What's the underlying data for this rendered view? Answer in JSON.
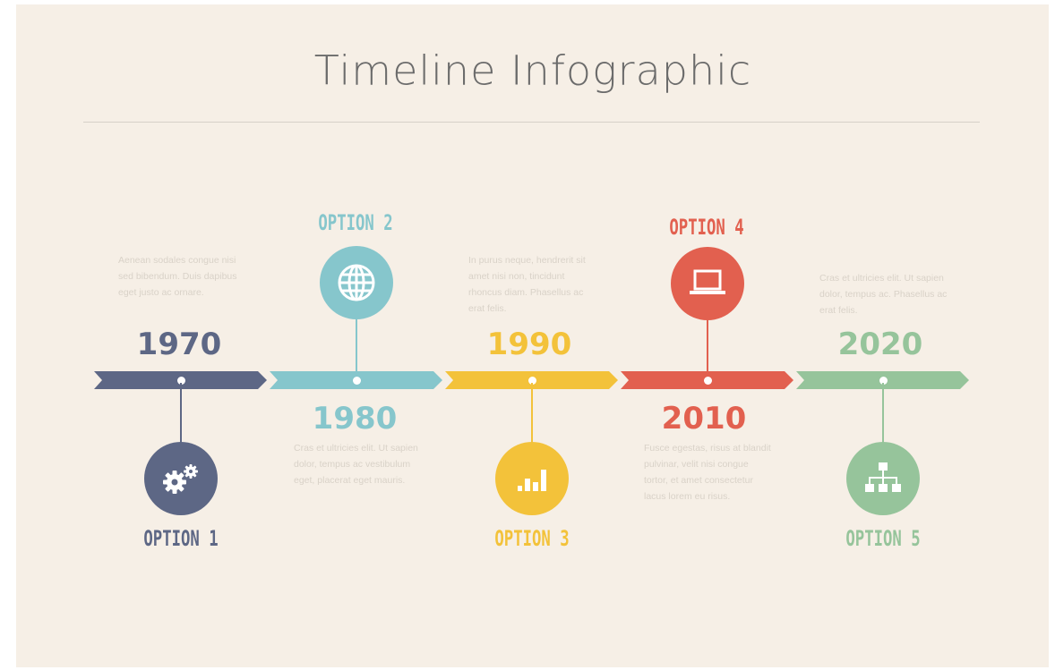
{
  "title": "Timeline Infographic",
  "colors": {
    "background": "#f6efe6",
    "navy": "#5d6785",
    "teal": "#86c6cc",
    "yellow": "#f3c23a",
    "red": "#e2604f",
    "green": "#96c49b"
  },
  "milestones": [
    {
      "year": "1970",
      "option": "OPTION 1",
      "icon": "gears-icon",
      "color": "#5d6785",
      "text": "Aenean sodales congue nisi sed bibendum. Duis dapibus eget justo ac ornare."
    },
    {
      "year": "1980",
      "option": "OPTION 2",
      "icon": "globe-icon",
      "color": "#86c6cc",
      "text": "Cras et ultricies elit. Ut sapien dolor, tempus ac vestibulum eget, placerat eget mauris."
    },
    {
      "year": "1990",
      "option": "OPTION 3",
      "icon": "bar-chart-icon",
      "color": "#f3c23a",
      "text": "In purus neque, hendrerit sit amet nisi non, tincidunt rhoncus diam. Phasellus ac erat felis."
    },
    {
      "year": "2010",
      "option": "OPTION 4",
      "icon": "laptop-icon",
      "color": "#e2604f",
      "text": "Fusce egestas, risus at blandit pulvinar, velit nisi congue tortor, et amet consectetur lacus lorem eu risus."
    },
    {
      "year": "2020",
      "option": "OPTION 5",
      "icon": "hierarchy-icon",
      "color": "#96c49b",
      "text": "Cras et ultricies elit. Ut sapien dolor, tempus ac. Phasellus ac erat felis."
    }
  ]
}
